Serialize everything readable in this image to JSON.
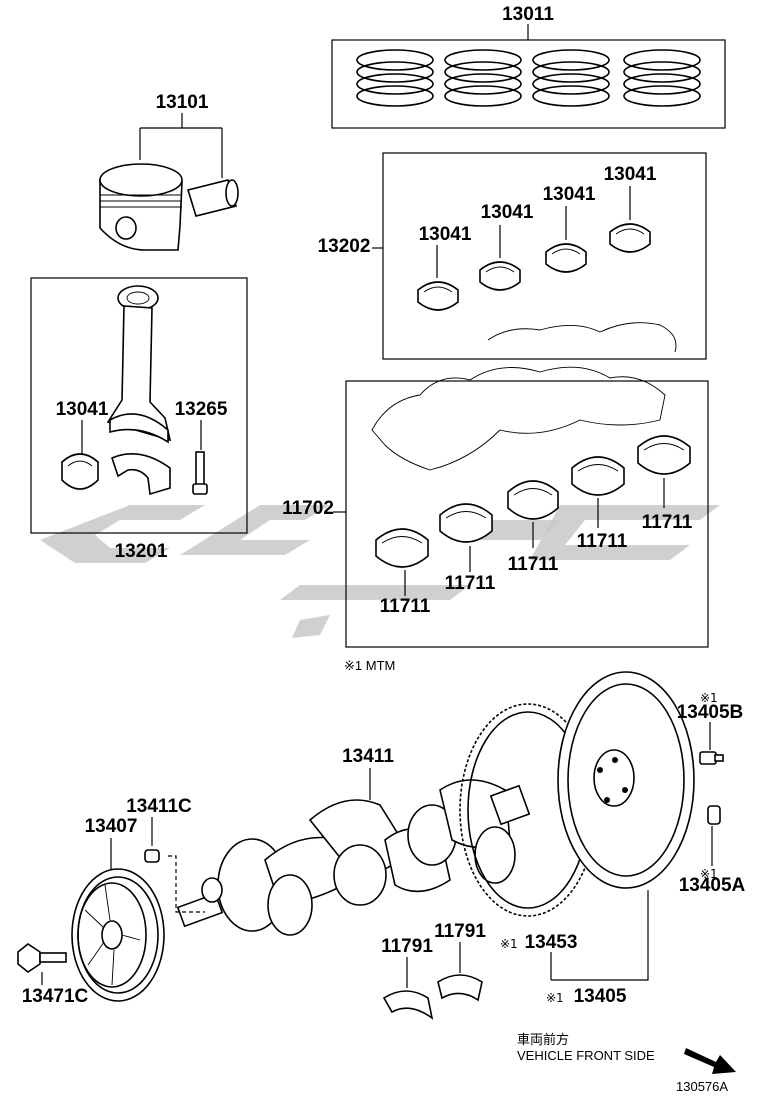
{
  "labels": {
    "piston_rings": "13011",
    "piston_kit": "13101",
    "conrod_bearing_set": "13202",
    "bearing_a": "13041",
    "bearing_b": "13041",
    "bearing_c": "13041",
    "bearing_d": "13041",
    "conrod_bearing": "13041",
    "conrod_bolt": "13265",
    "conrod_assy": "13201",
    "main_bearing_set": "11702",
    "main_bearing_1": "11711",
    "main_bearing_2": "11711",
    "main_bearing_3": "11711",
    "main_bearing_4": "11711",
    "main_bearing_5": "11711",
    "crankshaft": "13411",
    "pin": "13411C",
    "pulley": "13407",
    "pulley_bolt": "13471C",
    "thrust_washer_1": "11791",
    "thrust_washer_2": "11791",
    "ring_gear": "13453",
    "flywheel": "13405",
    "flywheel_bolt": "13405B",
    "flywheel_pin": "13405A",
    "diagram_code": "130576A"
  },
  "notes": {
    "mtm_note": "※1 MTM",
    "mark": "※1",
    "front_jp": "車両前方",
    "front_en": "VEHICLE FRONT SIDE"
  }
}
